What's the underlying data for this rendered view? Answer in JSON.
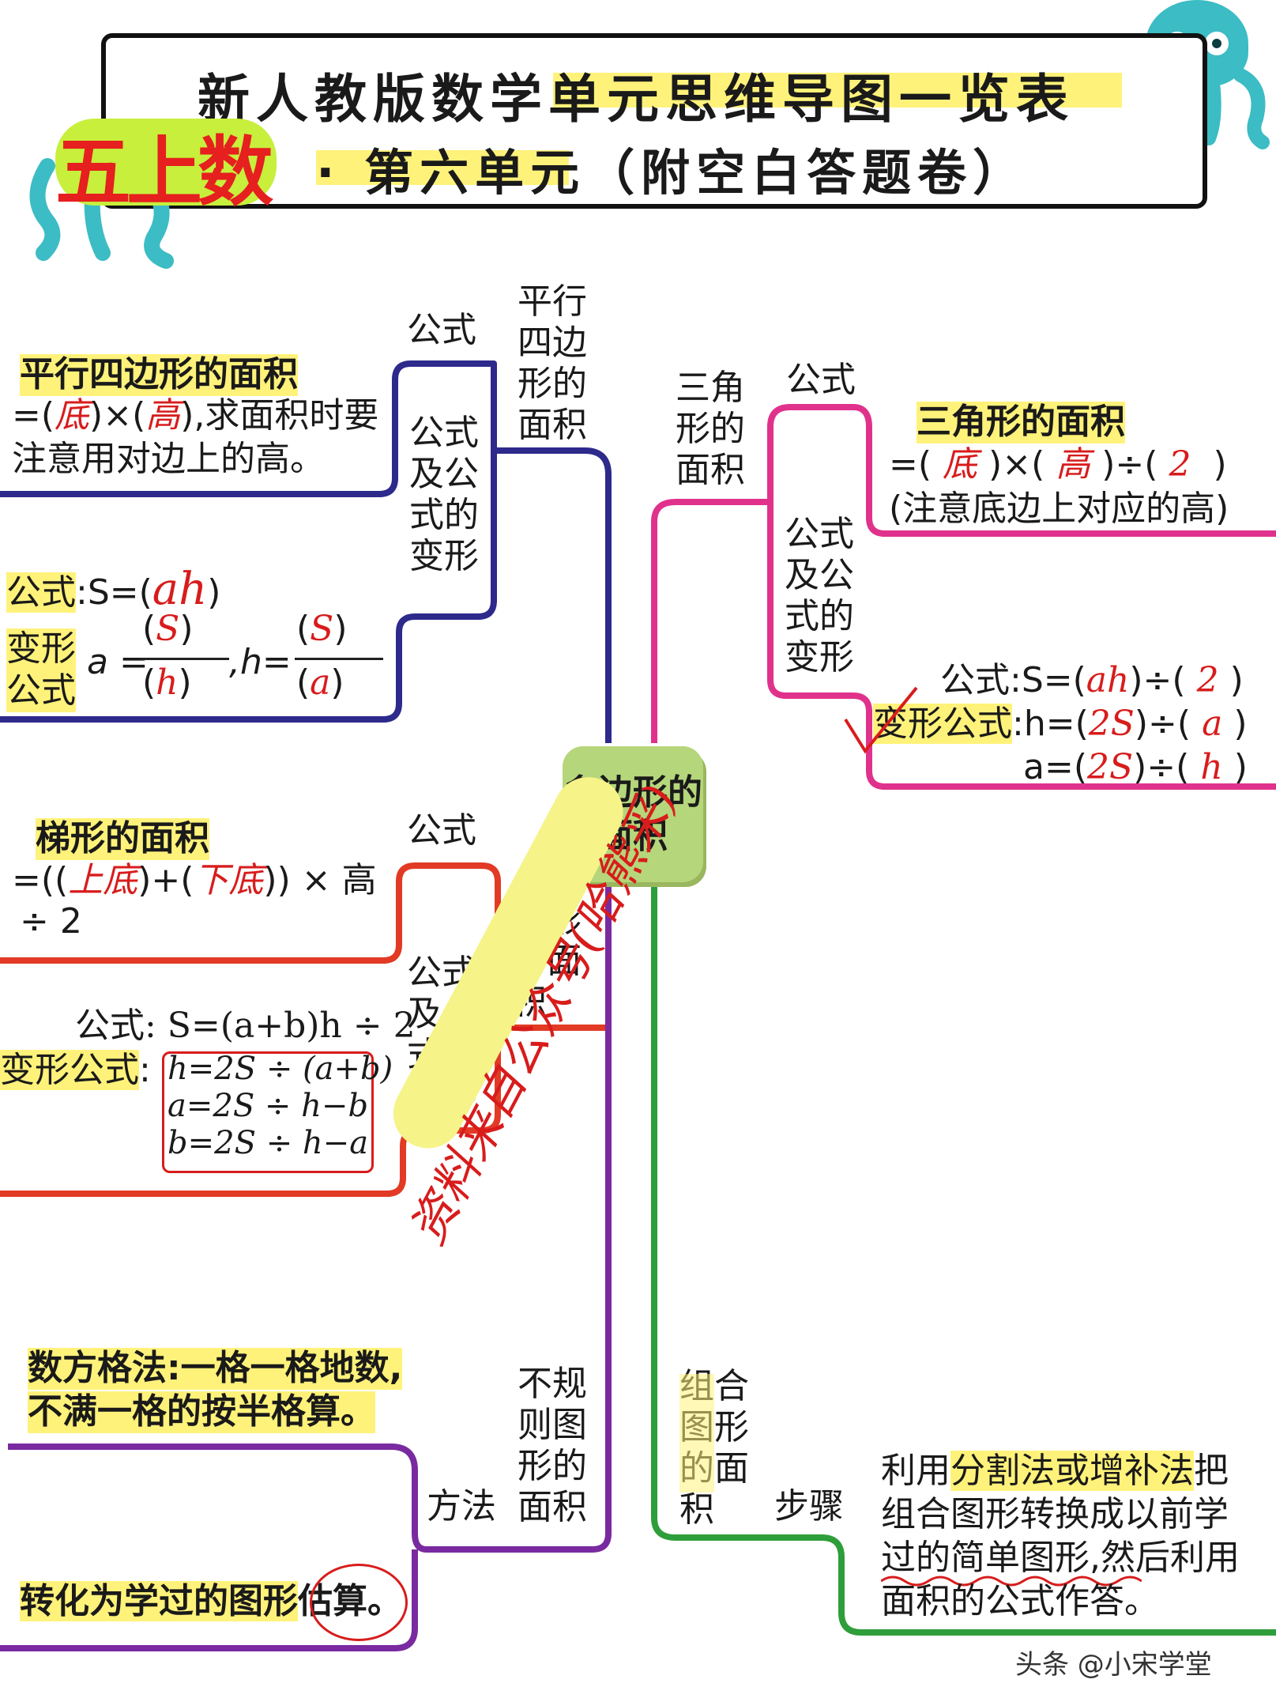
{
  "title": {
    "line1": "新人教版数学单元思维导图一览表",
    "badge": "五上数",
    "line2": "· 第六单元（附空白答题卷）"
  },
  "center": "多边形的面积",
  "colors": {
    "parallelogram": "#2d2a8c",
    "triangle": "#e0328c",
    "trapezoid": "#e23a24",
    "irregular": "#7a2aa0",
    "composite": "#2e9e3a",
    "center_fill": "#b5d67a",
    "highlight": "#fff27a",
    "handwriting": "#d81c1c"
  },
  "parallelogram": {
    "branch": "平行\n四边\n形的\n面积",
    "sub_formula": "公式",
    "sub_variants": "公式\n及公\n式的\n变形",
    "heading": "平行四边形的面积",
    "f1_a": "=(",
    "f1_b": "底",
    "f1_c": ")×(",
    "f1_d": "高",
    "f1_e": "),求面积时要",
    "f2": "注意用对边上的高。",
    "var_label": "公式",
    "var_formula_a": ":S=(",
    "var_formula_b": "ah",
    "var_formula_c": ")",
    "var_label2a": "变形",
    "var_label2b": "公式",
    "var_a": "a =",
    "var_a_num": "S",
    "var_a_den": "h",
    "var_h": ",h=",
    "var_h_num": "S",
    "var_h_den": "a"
  },
  "triangle": {
    "branch": "三角\n形的\n面积",
    "sub_formula": "公式",
    "sub_variants": "公式\n及公\n式的\n变形",
    "heading": "三角形的面积",
    "f1_a": "=(",
    "f1_b": "底",
    "f1_c": ")×(",
    "f1_d": "高",
    "f1_e": ")÷(",
    "f1_f": "2",
    "f1_g": ")",
    "f2": "(注意底边上对应的高)",
    "v1_a": "公式:S=(",
    "v1_b": "ah",
    "v1_c": ")÷(",
    "v1_d": "2",
    "v1_e": ")",
    "v2_label": "变形公式",
    "v2_a": ":h=(",
    "v2_b": "2S",
    "v2_c": ")÷(",
    "v2_d": "a",
    "v2_e": ")",
    "v3_a": "a=(",
    "v3_b": "2S",
    "v3_c": ")÷(",
    "v3_d": "h",
    "v3_e": ")"
  },
  "trapezoid": {
    "branch": "梯形\n的面\n积",
    "sub_formula": "公式",
    "sub_variants": "公式\n及公\n式的\n变形",
    "heading": "梯形的面积",
    "f1_a": "=((",
    "f1_b": "上底",
    "f1_c": ")+(",
    "f1_d": "下底",
    "f1_e": ")) × 高",
    "f2": "÷ 2",
    "v1": "公式: S=(a+b)h ÷ 2",
    "v2_label": "变形公式",
    "v2_colon": ":",
    "v2_a": "h=2S ÷ (a+b)",
    "v2_b": "a=2S ÷ h−b",
    "v2_c": "b=2S ÷ h−a"
  },
  "irregular": {
    "branch": "不规\n则图\n形的\n面积",
    "sub": "方法",
    "m1_a": "数方格法:一格一格地数,",
    "m1_b": "不满一格的按半格算。",
    "m2_a": "转化为学过的图形",
    "m2_b": "估算",
    "m2_c": "。"
  },
  "composite": {
    "branch": "组合\n图形\n的面\n积",
    "sub": "步骤",
    "s1_a": "利用",
    "s1_b": "分割法",
    "s1_c": "或",
    "s1_d": "增补法",
    "s1_e": "把",
    "s2": "组合图形转换成以前学",
    "s3": "过的简单图形,然后利用",
    "s4": "面积的公式作答。"
  },
  "watermark": "资料来自公众号(哈熊采)",
  "footer": "头条 @小宋学堂"
}
